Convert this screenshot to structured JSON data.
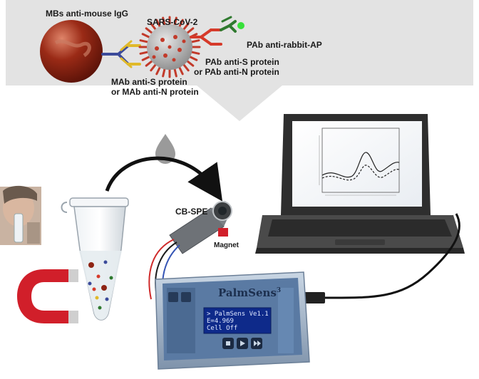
{
  "labels": {
    "beads": "MBs anti-mouse IgG",
    "virus": "SARS-CoV-2",
    "pab_ap": "PAb anti-rabbit-AP",
    "pab_line1": "PAb anti-S protein",
    "pab_line2": "or PAb anti-N protein",
    "mab_line1": "MAb anti-S protein",
    "mab_line2": "or MAb anti-N protein",
    "electrode": "CB-SPE",
    "magnet": "Magnet"
  },
  "device": {
    "brand": "PalmSens",
    "brand_sup": "3",
    "lcd_line1": "> PalmSens Ve1.1",
    "lcd_line2": "E=4.969",
    "lcd_line3": "Cell Off"
  },
  "colors": {
    "panel": "#e3e3e3",
    "bead": "#8e2414",
    "virus": "#b9b9b9",
    "spike": "#c23a2a",
    "mab_blue": "#3b4a9a",
    "mab_yellow": "#e0b92a",
    "pab_red": "#d63a2a",
    "pab_green": "#2f7a2f",
    "ap_dot": "#37e03a",
    "magnet_red": "#d11f2a",
    "device_body": "#9fb2c9",
    "device_panel": "#4e6e94",
    "laptop": "#3b3b3b"
  },
  "icons": [
    "drop-icon",
    "magnet-icon",
    "arrow-icon",
    "play-icon",
    "stop-icon",
    "skip-icon"
  ]
}
